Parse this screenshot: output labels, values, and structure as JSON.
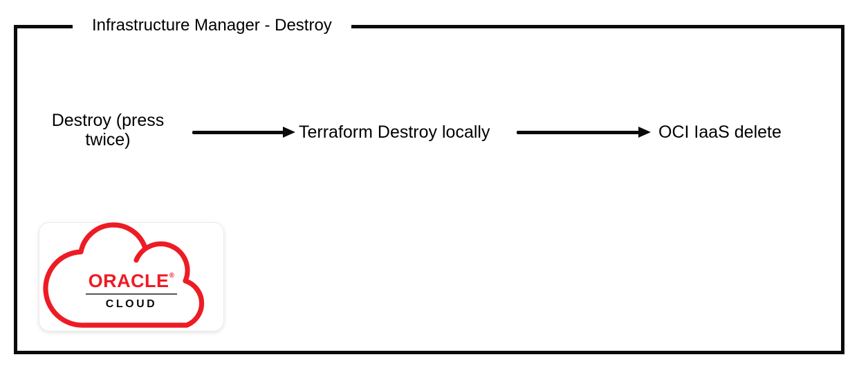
{
  "frame": {
    "title": "Infrastructure Manager - Destroy"
  },
  "flow": {
    "nodes": [
      {
        "id": "destroy",
        "label": "Destroy (press twice)"
      },
      {
        "id": "terraform",
        "label": "Terraform Destroy locally"
      },
      {
        "id": "oci",
        "label": "OCI IaaS delete"
      }
    ],
    "connectors": [
      {
        "from": "destroy",
        "to": "terraform"
      },
      {
        "from": "terraform",
        "to": "oci"
      }
    ]
  },
  "logo": {
    "brand": "ORACLE",
    "registered": "®",
    "product": "CLOUD"
  },
  "colors": {
    "background": "#FFFFFF",
    "frame-border": "#0B0B0B",
    "text": "#000000",
    "arrow": "#0B0B0B",
    "red": "#ED1C24",
    "divider": "#55565A"
  }
}
